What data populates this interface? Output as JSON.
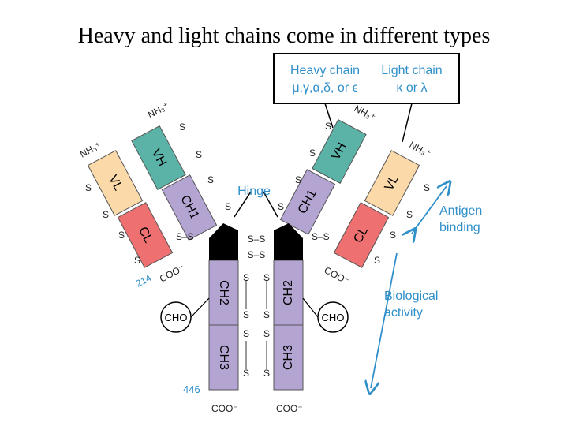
{
  "title": "Heavy and light chains come in different types",
  "callout": {
    "heavy_chain": "Heavy chain",
    "heavy_types": "μ,γ,α,δ, or ϵ",
    "light_chain": "Light chain",
    "light_types": "κ or λ"
  },
  "labels": {
    "hinge": "Hinge",
    "antigen_binding_1": "Antigen",
    "antigen_binding_2": "binding",
    "biological_activity_1": "Biological",
    "biological_activity_2": "activity",
    "cho": "CHO",
    "coo": "COO⁻",
    "nh3": "NH₃⁺",
    "residue_214": "214",
    "residue_446": "446",
    "disulfide_pair": "S–S"
  },
  "domains": {
    "vh": "VH",
    "vl": "VL",
    "ch1": "CH1",
    "cl": "CL",
    "ch2": "CH2",
    "ch3": "CH3"
  },
  "colors": {
    "vh": "#5bb3a7",
    "vl": "#fcd9a8",
    "ch": "#b3a4d2",
    "cl": "#ee7070",
    "hinge": "#000000",
    "accent": "#2f8fc9"
  }
}
